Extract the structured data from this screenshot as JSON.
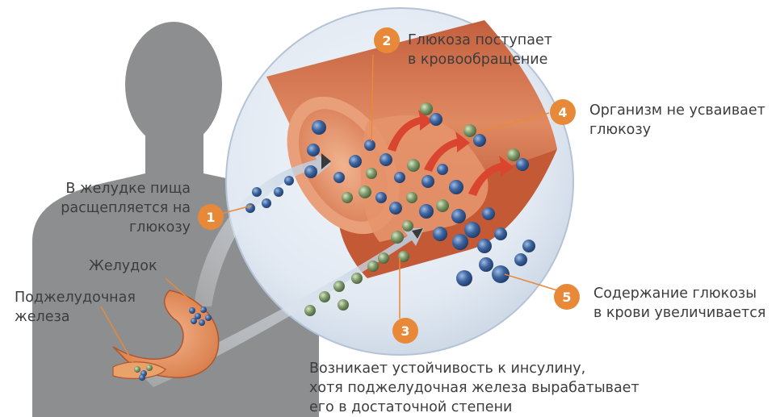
{
  "steps": [
    {
      "number": "1",
      "lines": [
        "В желудке пища",
        "расщепляется на",
        "глюкозу"
      ]
    },
    {
      "number": "2",
      "lines": [
        "Глюкоза поступает",
        "в кровообращение"
      ]
    },
    {
      "number": "3",
      "lines": [
        "Возникает устойчивость к инсулину,",
        "хотя поджелудочная железа вырабатывает",
        "его в достаточной степени"
      ]
    },
    {
      "number": "4",
      "lines": [
        "Организм не усваивает",
        "глюкозу"
      ]
    },
    {
      "number": "5",
      "lines": [
        "Содержание глюкозы",
        "в крови увеличивается"
      ]
    }
  ],
  "organs": {
    "stomach": "Желудок",
    "pancreas_lines": [
      "Поджелудочная",
      "железа"
    ]
  },
  "colors": {
    "silhouette": "#8d8e90",
    "badge": "#e8893a",
    "vessel": "#d2734e",
    "lens": "#dde5ef",
    "glucose_green": "#7e9a6a",
    "glucose_blue": "#3d64a0",
    "arrow_red": "#d9452f"
  }
}
